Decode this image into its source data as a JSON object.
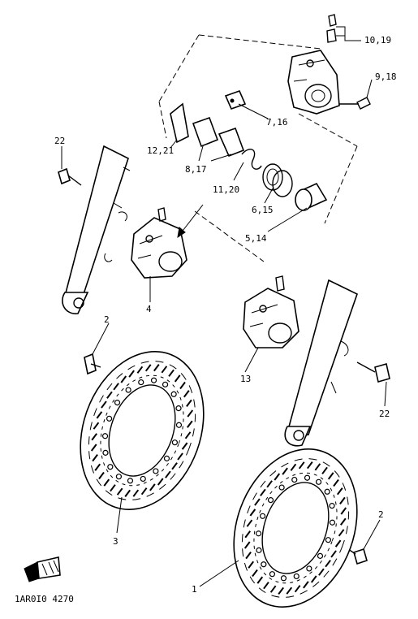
{
  "callouts": {
    "c_10_19": "10,19",
    "c_9_18": "9,18",
    "c_7_16": "7,16",
    "c_12_21": "12,21",
    "c_8_17": "8,17",
    "c_11_20": "11,20",
    "c_6_15": "6,15",
    "c_5_14": "5,14",
    "c_22_left": "22",
    "c_22_right": "22",
    "c_4": "4",
    "c_2_left": "2",
    "c_2_right": "2",
    "c_13": "13",
    "c_3": "3",
    "c_1": "1"
  },
  "catalog_code": "1AR0I0 4270"
}
